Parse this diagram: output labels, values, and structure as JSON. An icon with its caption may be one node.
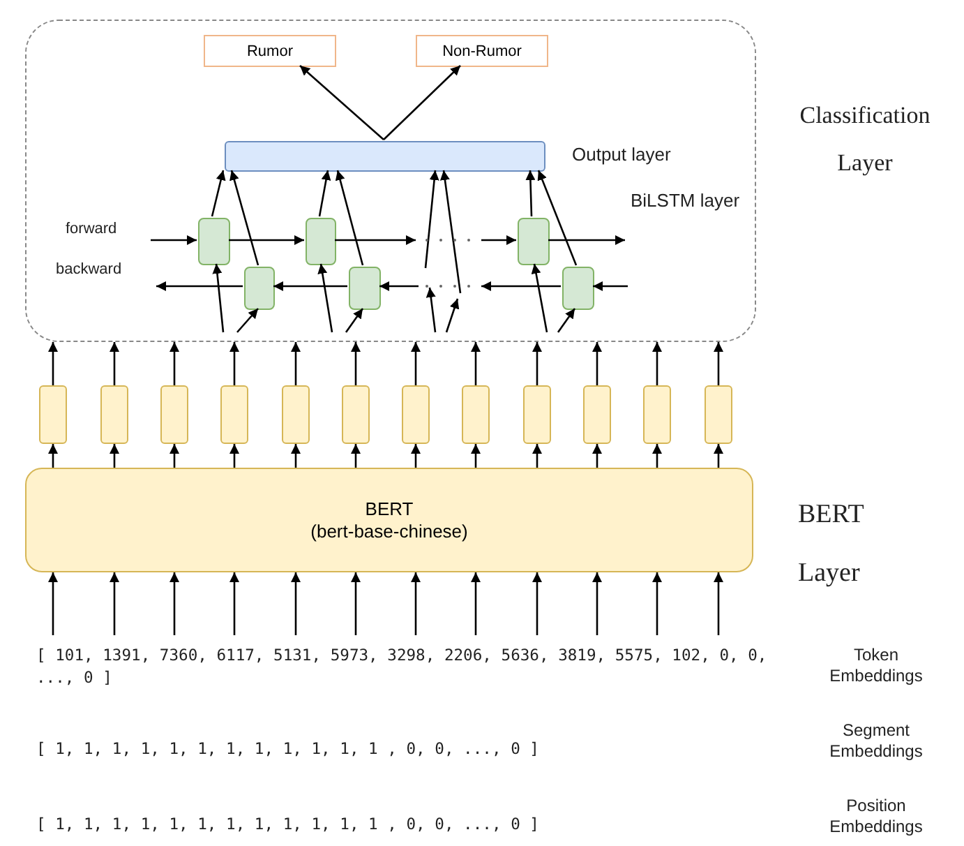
{
  "diagram": {
    "nodes": [
      {
        "text": [],
        "shape": "box"
      },
      {
        "text": [
          "Rumor"
        ],
        "in": 0
      },
      {
        "text": [
          "Non-Rumor"
        ],
        "in": 0
      },
      {
        "text": [],
        "shape": "box",
        "in": 0,
        "beside": [
          "Output layer"
        ]
      },
      {
        "text": [],
        "shape": "box",
        "in": 0
      },
      {
        "text": [],
        "shape": "box",
        "in": 0
      },
      {
        "text": [],
        "shape": "box",
        "in": 0
      },
      {
        "text": [],
        "shape": "box",
        "in": 0
      },
      {
        "text": [],
        "shape": "box",
        "in": 0
      },
      {
        "text": [],
        "shape": "box",
        "in": 0
      },
      {
        "text": [],
        "shape": "box"
      },
      {
        "text": [],
        "shape": "box"
      },
      {
        "text": [],
        "shape": "box"
      },
      {
        "text": [],
        "shape": "box"
      },
      {
        "text": [],
        "shape": "box"
      },
      {
        "text": [],
        "shape": "box"
      },
      {
        "text": [],
        "shape": "box"
      },
      {
        "text": [],
        "shape": "box"
      },
      {
        "text": [],
        "shape": "box"
      },
      {
        "text": [],
        "shape": "box"
      },
      {
        "text": [],
        "shape": "box"
      },
      {
        "text": [],
        "shape": "box"
      },
      {
        "text": [
          "BERT",
          "(bert-base-chinese)"
        ]
      }
    ],
    "edges": [
      {
        "from": 3,
        "to": 1,
        "arrow": "to"
      },
      {
        "from": 3,
        "to": 2,
        "arrow": "to"
      },
      {
        "from": 4,
        "to": 3,
        "arrow": "to"
      },
      {
        "from": 5,
        "to": 3,
        "arrow": "to"
      },
      {
        "from": 6,
        "to": 3,
        "arrow": "to"
      },
      {
        "from": 7,
        "to": 3,
        "arrow": "to"
      },
      {
        "from": 8,
        "to": 3,
        "arrow": "to"
      },
      {
        "from": 9,
        "to": 3,
        "arrow": "to"
      },
      {
        "from": null,
        "to": 3,
        "arrow": "to"
      },
      {
        "from": null,
        "to": 3,
        "arrow": "to"
      },
      {
        "from": null,
        "to": 4,
        "arrow": "to"
      },
      {
        "from": 4,
        "to": 6,
        "arrow": "to"
      },
      {
        "from": 6,
        "to": null,
        "arrow": "to"
      },
      {
        "from": null,
        "to": 8,
        "arrow": "to"
      },
      {
        "from": 8,
        "to": null,
        "arrow": "to"
      },
      {
        "from": null,
        "to": 9,
        "arrow": "to"
      },
      {
        "from": 9,
        "to": null,
        "arrow": "to"
      },
      {
        "from": null,
        "to": 7,
        "arrow": "to"
      },
      {
        "from": 7,
        "to": 5,
        "arrow": "to"
      },
      {
        "from": 5,
        "to": null,
        "arrow": "to"
      },
      {
        "from": null,
        "to": 4,
        "arrow": "to"
      },
      {
        "from": null,
        "to": 5,
        "arrow": "to"
      },
      {
        "from": null,
        "to": 6,
        "arrow": "to"
      },
      {
        "from": null,
        "to": 7,
        "arrow": "to"
      },
      {
        "from": null,
        "to": 8,
        "arrow": "to"
      },
      {
        "from": null,
        "to": 9,
        "arrow": "to"
      },
      {
        "from": 22,
        "to": 10,
        "arrow": "to"
      },
      {
        "from": 22,
        "to": 11,
        "arrow": "to"
      },
      {
        "from": 22,
        "to": 12,
        "arrow": "to"
      },
      {
        "from": 22,
        "to": 13,
        "arrow": "to"
      },
      {
        "from": 22,
        "to": 14,
        "arrow": "to"
      },
      {
        "from": 22,
        "to": 15,
        "arrow": "to"
      },
      {
        "from": 22,
        "to": 16,
        "arrow": "to"
      },
      {
        "from": 22,
        "to": 17,
        "arrow": "to"
      },
      {
        "from": 22,
        "to": 18,
        "arrow": "to"
      },
      {
        "from": 22,
        "to": 19,
        "arrow": "to"
      },
      {
        "from": 22,
        "to": 20,
        "arrow": "to"
      },
      {
        "from": 22,
        "to": 21,
        "arrow": "to"
      },
      {
        "from": 10,
        "to": 0,
        "arrow": "to"
      },
      {
        "from": 11,
        "to": 0,
        "arrow": "to"
      },
      {
        "from": 12,
        "to": 0,
        "arrow": "to"
      },
      {
        "from": 13,
        "to": 0,
        "arrow": "to"
      },
      {
        "from": 14,
        "to": 0,
        "arrow": "to"
      },
      {
        "from": 15,
        "to": 0,
        "arrow": "to"
      },
      {
        "from": 16,
        "to": 0,
        "arrow": "to"
      },
      {
        "from": 17,
        "to": 0,
        "arrow": "to"
      },
      {
        "from": 18,
        "to": 0,
        "arrow": "to"
      },
      {
        "from": 19,
        "to": 0,
        "arrow": "to"
      },
      {
        "from": 20,
        "to": 0,
        "arrow": "to"
      },
      {
        "from": 21,
        "to": 0,
        "arrow": "to"
      },
      {
        "from": null,
        "to": 22,
        "arrow": "to"
      },
      {
        "from": null,
        "to": 22,
        "arrow": "to"
      },
      {
        "from": null,
        "to": 22,
        "arrow": "to"
      },
      {
        "from": null,
        "to": 22,
        "arrow": "to"
      },
      {
        "from": null,
        "to": 22,
        "arrow": "to"
      },
      {
        "from": null,
        "to": 22,
        "arrow": "to"
      },
      {
        "from": null,
        "to": 22,
        "arrow": "to"
      },
      {
        "from": null,
        "to": 22,
        "arrow": "to"
      },
      {
        "from": null,
        "to": 22,
        "arrow": "to"
      },
      {
        "from": null,
        "to": 22,
        "arrow": "to"
      },
      {
        "from": null,
        "to": 22,
        "arrow": "to"
      },
      {
        "from": null,
        "to": 22,
        "arrow": "to"
      }
    ],
    "labels": [
      "Classification Layer",
      "BiLSTM layer",
      "forward",
      "backward",
      "BERT Layer",
      "[ 101, 1391, 7360, 6117, 5131, 5973, 3298, 2206, 5636, 3819, 5575, 102, 0, 0, ..., 0 ]",
      "Token Embeddings",
      "[ 1, 1, 1, 1, 1, 1, 1, 1, 1, 1, 1, 1 , 0, 0, ..., 0 ]",
      "Segment Embeddings",
      "[ 1, 1, 1, 1, 1, 1, 1, 1, 1, 1, 1, 1 , 0, 0, ..., 0 ]",
      "Position Embeddings"
    ]
  }
}
